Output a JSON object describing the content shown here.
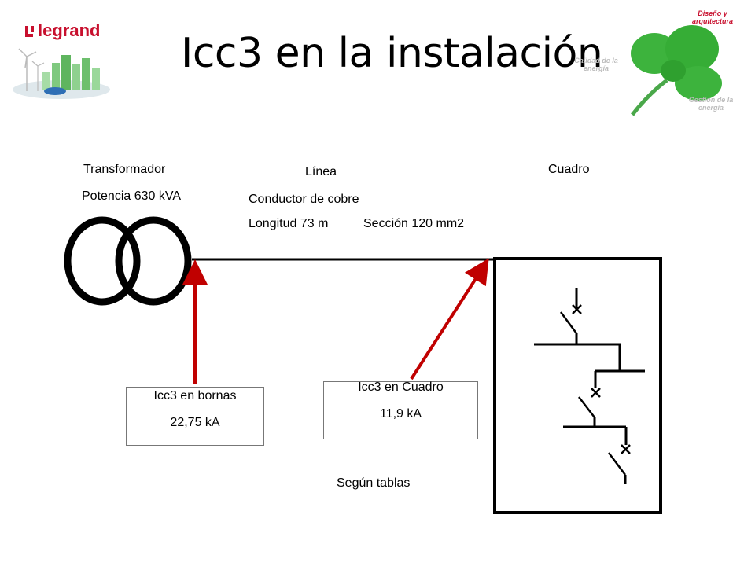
{
  "brand": {
    "logo": "legrand"
  },
  "title": "Icc3 en la instalación",
  "clover": {
    "top_label": "Diseño y arquitectura",
    "left_label": "Calidad de la energía",
    "bottom_label": "Gestión de la energía"
  },
  "diagram": {
    "transformer": {
      "label": "Transformador",
      "power": "Potencia 630 kVA"
    },
    "line": {
      "label": "Línea",
      "conductor": "Conductor de cobre",
      "length": "Longitud 73 m",
      "section": "Sección 120 mm2"
    },
    "panel": {
      "label": "Cuadro"
    },
    "icc_terminals": {
      "label": "Icc3 en bornas",
      "value": "22,75 kA"
    },
    "icc_panel": {
      "label": "Icc3 en Cuadro",
      "value": "11,9 kA"
    },
    "source_note": "Según tablas",
    "colors": {
      "arrow": "#c00000",
      "lines": "#000000"
    }
  }
}
